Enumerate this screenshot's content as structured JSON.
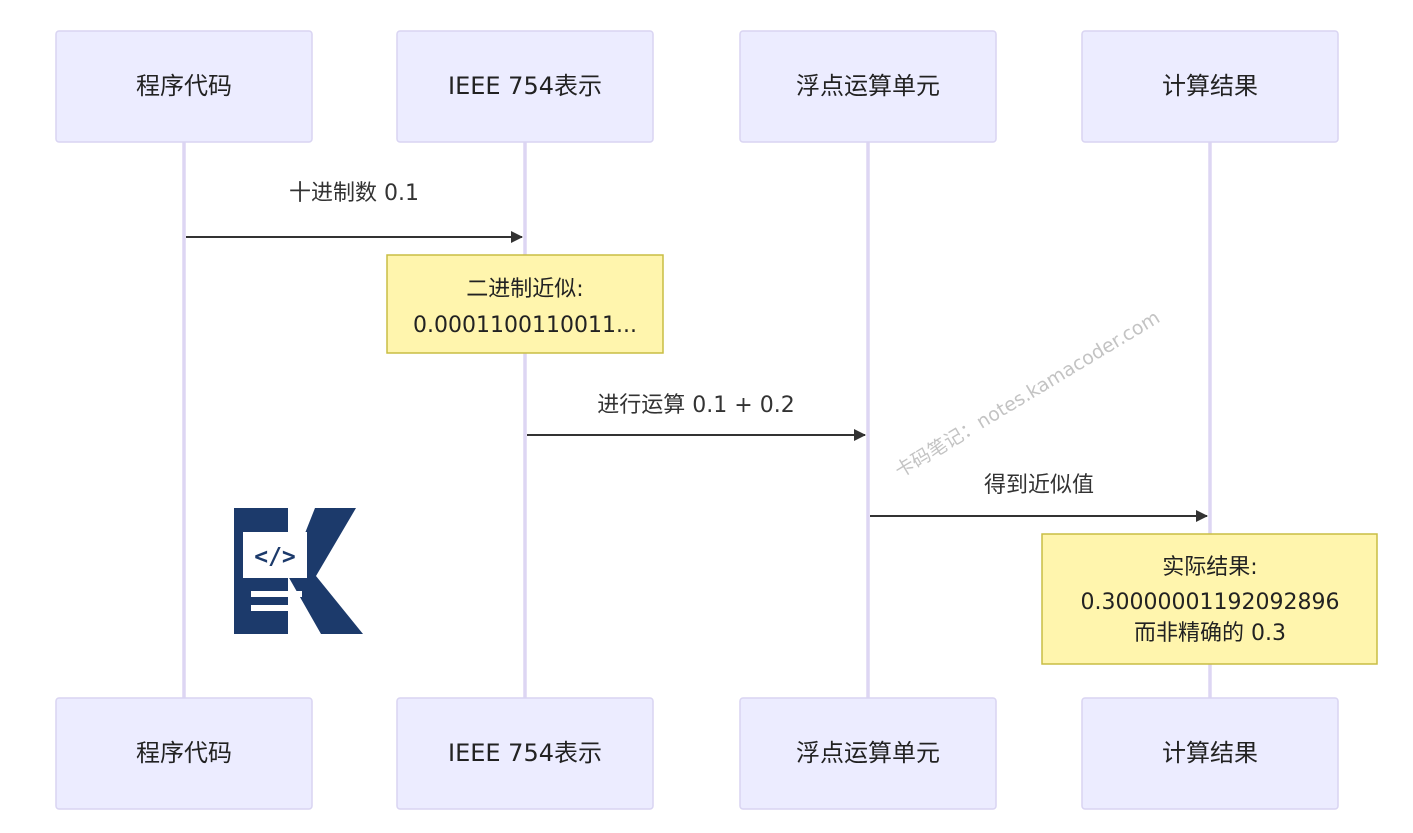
{
  "actors": [
    {
      "id": "code",
      "label": "程序代码"
    },
    {
      "id": "ieee",
      "label": "IEEE 754表示"
    },
    {
      "id": "fpu",
      "label": "浮点运算单元"
    },
    {
      "id": "result",
      "label": "计算结果"
    }
  ],
  "messages": [
    {
      "from": 0,
      "to": 1,
      "label": "十进制数 0.1"
    },
    {
      "from": 1,
      "to": 2,
      "label": "进行运算 0.1 + 0.2"
    },
    {
      "from": 2,
      "to": 3,
      "label": "得到近似值"
    }
  ],
  "notes": [
    {
      "over": 1,
      "lines": [
        "二进制近似:",
        "0.0001100110011..."
      ]
    },
    {
      "over": 3,
      "lines": [
        "实际结果:",
        "0.30000001192092896",
        "而非精确的 0.3"
      ]
    }
  ],
  "watermark": "卡码笔记：notes.kamacoder.com",
  "colors": {
    "actor_fill": "#ececff",
    "actor_border": "#d9d4f2",
    "lifeline": "#ddd6f3",
    "note_fill": "#fff5ad",
    "note_border": "#c9bd44",
    "logo": "#1c3a6b"
  }
}
